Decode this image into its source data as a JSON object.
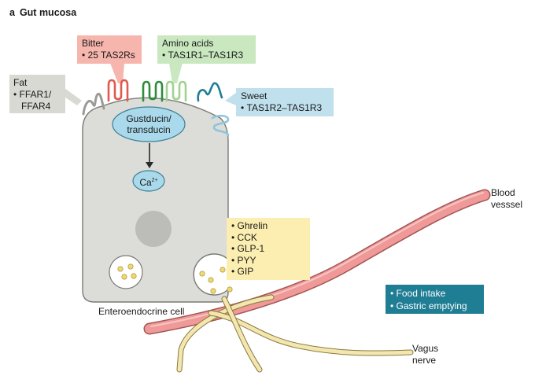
{
  "title": {
    "panel": "a",
    "text": "Gut mucosa"
  },
  "receptors": {
    "fat": {
      "title": "Fat",
      "items": [
        "FFAR1/",
        "FFAR4"
      ]
    },
    "bitter": {
      "title": "Bitter",
      "items": [
        "25 TAS2Rs"
      ]
    },
    "amino": {
      "title": "Amino acids",
      "items": [
        "TAS1R1–TAS1R3"
      ]
    },
    "sweet": {
      "title": "Sweet",
      "items": [
        "TAS1R2–TAS1R3"
      ]
    }
  },
  "cell": {
    "gustducin": [
      "Gustducin/",
      "transducin"
    ],
    "calcium_base": "Ca",
    "calcium_sup": "2+",
    "label": "Enteroendocrine cell"
  },
  "hormones": [
    "Ghrelin",
    "CCK",
    "GLP-1",
    "PYY",
    "GIP"
  ],
  "effects": [
    "Food intake",
    "Gastric emptying"
  ],
  "vessel_label": [
    "Blood",
    "vesssel"
  ],
  "nerve_label": [
    "Vagus",
    "nerve"
  ],
  "colors": {
    "fat": "#d9d9d4",
    "bitter": "#f6b5ad",
    "amino": "#c9e8bf",
    "sweet": "#bfe0ec",
    "hormone": "#fbeeb0",
    "effect": "#1f7d94",
    "cell": "#dcdcd8",
    "gustducin": "#a9d9ea",
    "vessel": "#ef9a98",
    "nerve": "#f3e6b0"
  }
}
